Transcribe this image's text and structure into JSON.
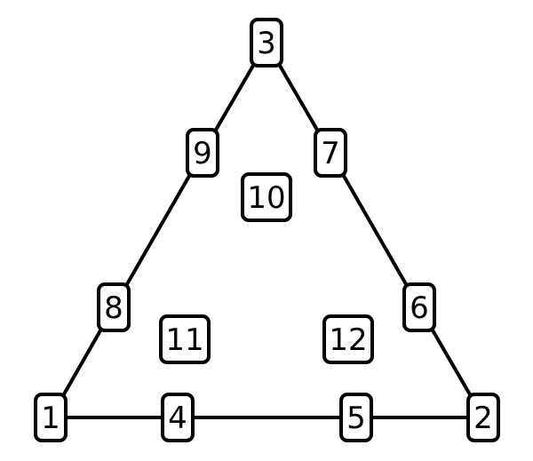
{
  "diagram": {
    "nodes": [
      {
        "id": "1",
        "label": "1"
      },
      {
        "id": "2",
        "label": "2"
      },
      {
        "id": "3",
        "label": "3"
      },
      {
        "id": "4",
        "label": "4"
      },
      {
        "id": "5",
        "label": "5"
      },
      {
        "id": "6",
        "label": "6"
      },
      {
        "id": "7",
        "label": "7"
      },
      {
        "id": "8",
        "label": "8"
      },
      {
        "id": "9",
        "label": "9"
      },
      {
        "id": "10",
        "label": "10"
      },
      {
        "id": "11",
        "label": "11"
      },
      {
        "id": "12",
        "label": "12"
      }
    ],
    "edges": [
      [
        "1",
        "8"
      ],
      [
        "8",
        "9"
      ],
      [
        "9",
        "3"
      ],
      [
        "3",
        "7"
      ],
      [
        "7",
        "6"
      ],
      [
        "6",
        "2"
      ],
      [
        "1",
        "4"
      ],
      [
        "4",
        "5"
      ],
      [
        "5",
        "2"
      ]
    ]
  },
  "colors": {
    "stroke": "#000000",
    "fill": "#ffffff"
  }
}
